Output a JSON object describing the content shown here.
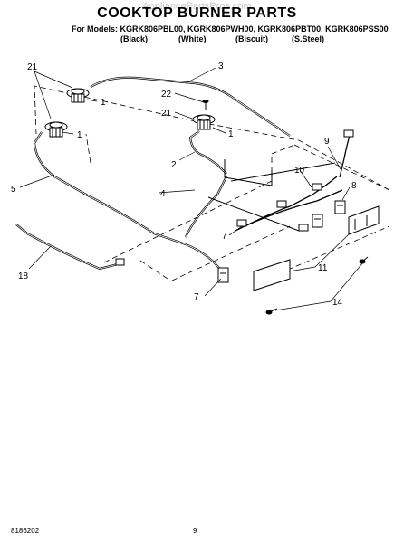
{
  "header": {
    "title": "COOKTOP BURNER PARTS",
    "models_line": "For Models: KGRK806PBL00, KGRK806PWH00, KGRK806PBT00, KGRK806PSS00",
    "variants": [
      "(Black)",
      "(White)",
      "(Biscuit)",
      "(S.Steel)"
    ],
    "watermark": "AppliancePartsPros.com"
  },
  "callouts": {
    "c1a": "1",
    "c1b": "1",
    "c1c": "1",
    "c2": "2",
    "c3": "3",
    "c4": "4",
    "c5": "5",
    "c7a": "7",
    "c7b": "7",
    "c8": "8",
    "c9": "9",
    "c10": "10",
    "c11": "11",
    "c14": "14",
    "c18": "18",
    "c21a": "21",
    "c21b": "21",
    "c22": "22"
  },
  "footer": {
    "doc_number": "8186202",
    "page_number": "9"
  }
}
